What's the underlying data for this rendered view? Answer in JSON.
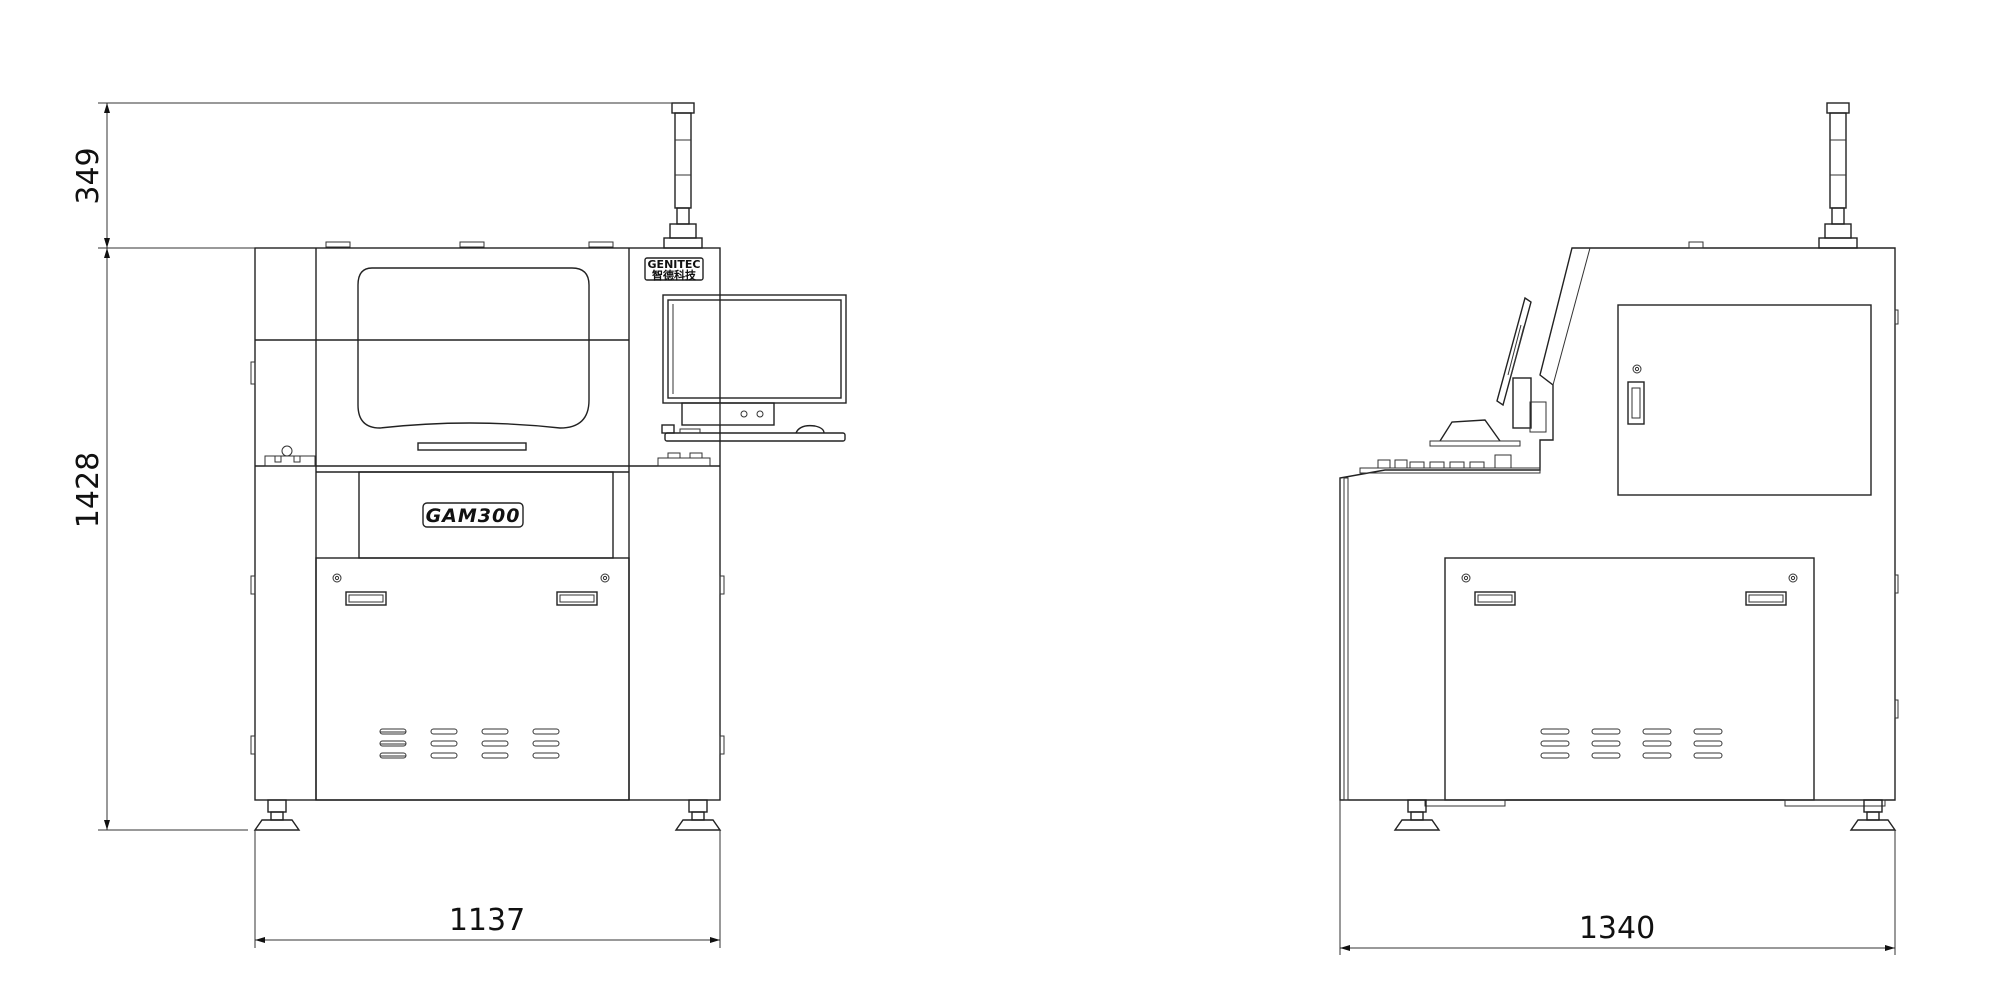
{
  "dimensions": {
    "front_top_offset": "349",
    "front_height": "1428",
    "front_width": "1137",
    "side_depth": "1340"
  },
  "labels": {
    "brand": "GENITEC",
    "brand_subtitle": "智德科技",
    "model": "GAM300"
  }
}
